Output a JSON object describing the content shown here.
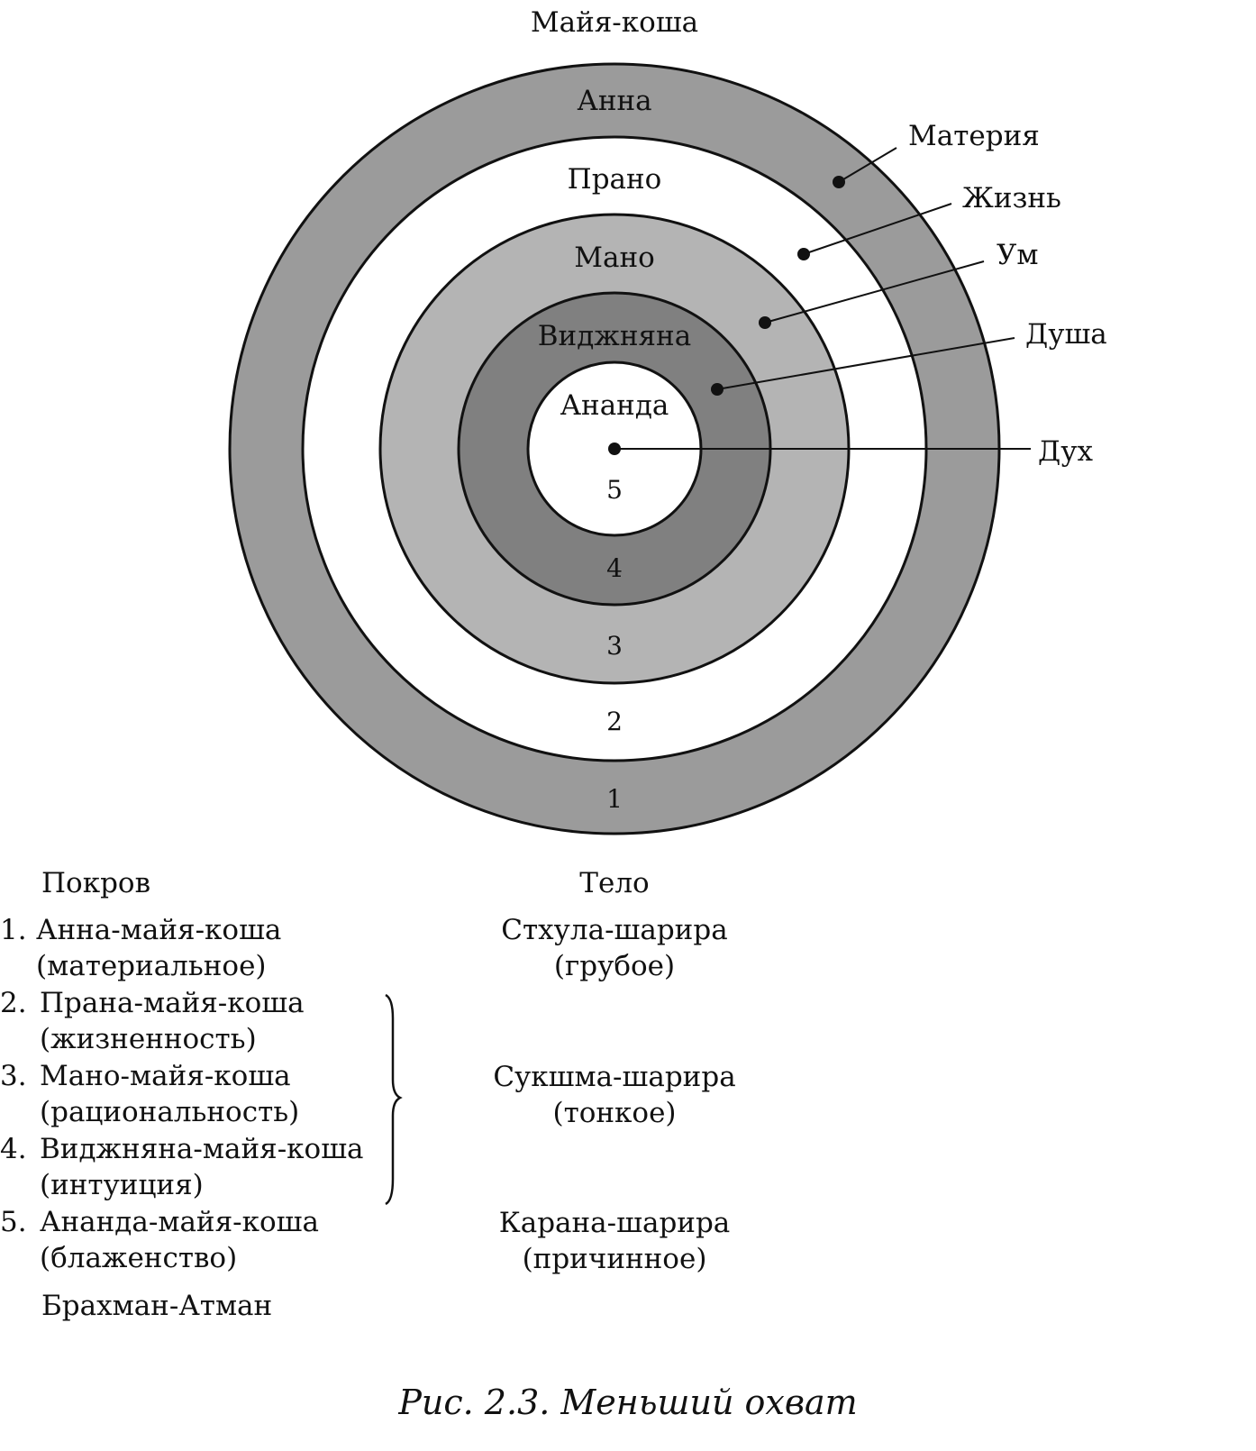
{
  "diagram": {
    "top_label": "Майя-коша",
    "layers": [
      {
        "name": "Анна",
        "number": "1",
        "fill": "#9b9b9b",
        "pointer": "Материя"
      },
      {
        "name": "Прано",
        "number": "2",
        "fill": "#ffffff",
        "pointer": "Жизнь"
      },
      {
        "name": "Мано",
        "number": "3",
        "fill": "#b4b4b4",
        "pointer": "Ум"
      },
      {
        "name": "Виджняна",
        "number": "4",
        "fill": "#808080",
        "pointer": "Душа"
      },
      {
        "name": "Ананда",
        "number": "5",
        "fill": "#ffffff",
        "pointer": "Дух"
      }
    ]
  },
  "table": {
    "header_sheath": "Покров",
    "header_body": "Тело",
    "sheaths": [
      {
        "num": "1.",
        "name": "Анна-майя-коша",
        "meaning": "(материальное)"
      },
      {
        "num": "2.",
        "name": "Прана-майя-коша",
        "meaning": "(жизненность)"
      },
      {
        "num": "3.",
        "name": "Мано-майя-коша",
        "meaning": "(рациональность)"
      },
      {
        "num": "4.",
        "name": "Виджняна-майя-коша",
        "meaning": "(интуиция)"
      },
      {
        "num": "5.",
        "name": "Ананда-майя-коша",
        "meaning": "(блаженство)"
      }
    ],
    "bodies": [
      {
        "name": "Стхула-шарира",
        "meaning": "(грубое)"
      },
      {
        "name": "Сукшма-шарира",
        "meaning": "(тонкое)"
      },
      {
        "name": "Карана-шарира",
        "meaning": "(причинное)"
      }
    ],
    "footer": "Брахман-Атман"
  },
  "caption": "Рис. 2.3. Меньший охват"
}
